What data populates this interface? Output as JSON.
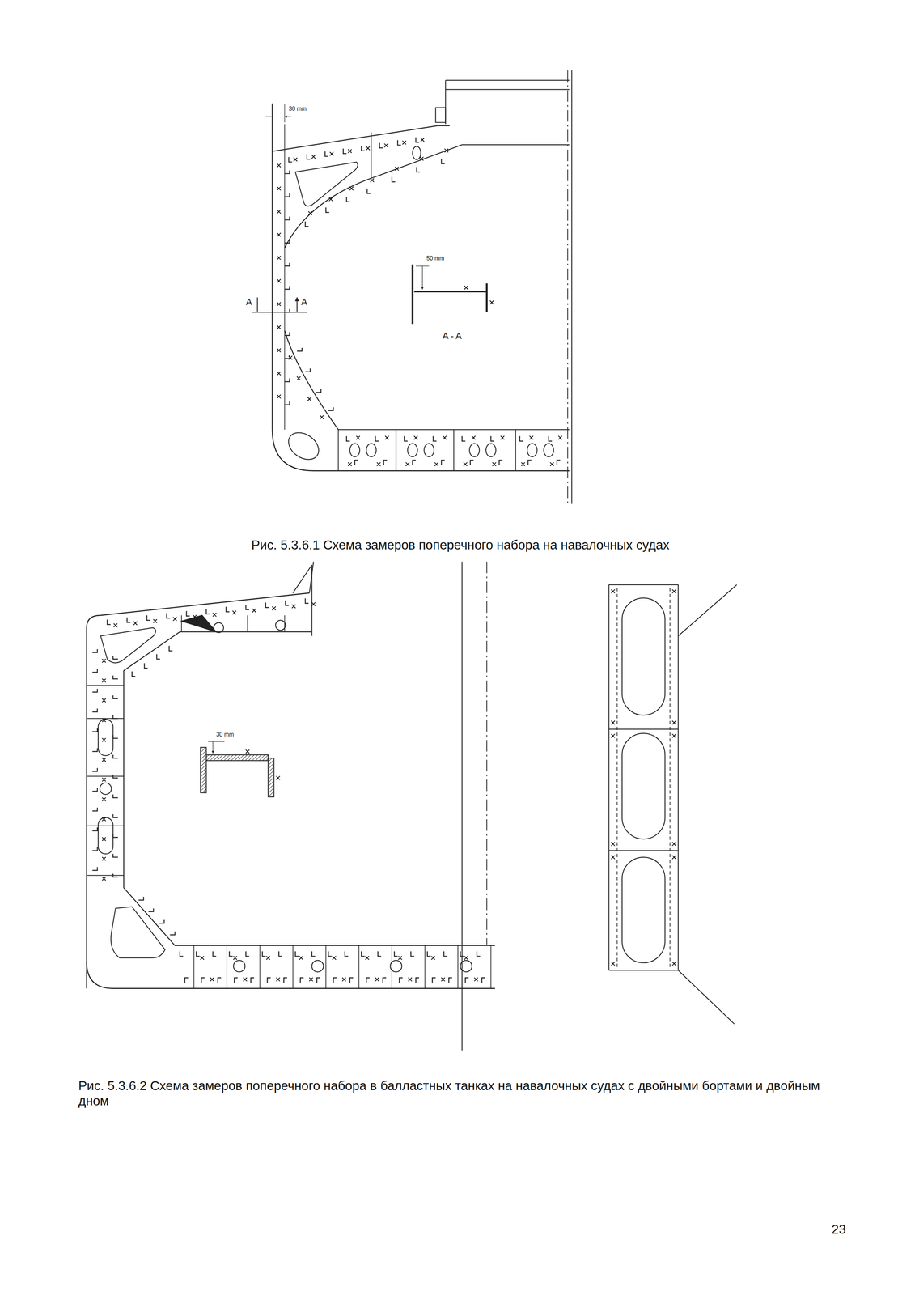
{
  "diagram": {
    "labels": [
      "30 mm",
      "50 mm",
      "A",
      "A",
      "A - A",
      "Рис. 5.3.6.1 Схема замеров поперечного набора на навалочных судах",
      "30 mm",
      "Рис. 5.3.6.2 Схема замеров поперечного набора в балластных танках на навалочных судах с двойными бортами и двойным дном",
      "23"
    ]
  }
}
